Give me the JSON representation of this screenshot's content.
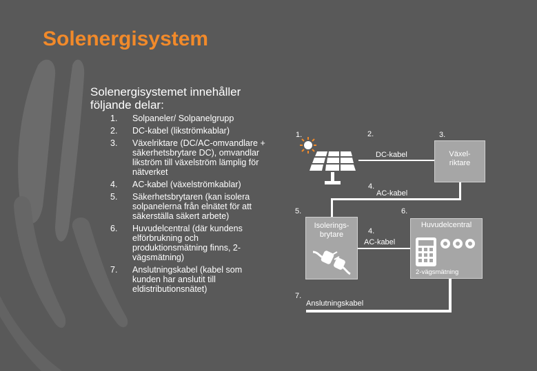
{
  "title": "Solenergisystem",
  "intro": "Solenergisystemet innehåller följande delar:",
  "items": [
    {
      "num": "1.",
      "text": "Solpaneler/ Solpanelgrupp"
    },
    {
      "num": "2.",
      "text": "DC-kabel (likströmkablar)"
    },
    {
      "num": "3.",
      "text": "Växelriktare (DC/AC-omvandlare + säkerhetsbrytare DC), omvandlar likström till växelström lämplig för nätverket"
    },
    {
      "num": "4.",
      "text": "AC-kabel (växelströmkablar)"
    },
    {
      "num": "5.",
      "text": "Säkerhetsbrytaren (kan isolera solpanelerna från elnätet för att säkerställa säkert arbete)"
    },
    {
      "num": "6.",
      "text": "Huvudelcentral (där kundens elförbrukning och produktionsmätning finns, 2-vägsmätning)"
    },
    {
      "num": "7.",
      "text": "Anslutningskabel (kabel som kunden har anslutit till eldistributionsnätet)"
    }
  ],
  "diagram": {
    "n1": "1.",
    "n2": "2.",
    "n3": "3.",
    "n4a": "4.",
    "n4b": "4.",
    "n5": "5.",
    "n6": "6.",
    "n7": "7.",
    "dc_label": "DC-kabel",
    "ac_label_top": "AC-kabel",
    "ac_label_mid": "AC-kabel",
    "inverter": "Växel-\nriktare",
    "isolator": "Isolerings-\nbrytare",
    "main_panel": "Huvudelcentral",
    "meter_note": "2-vägsmätning",
    "connection_label": "Anslutningskabel"
  },
  "colors": {
    "background": "#595959",
    "accent": "#f28a2a",
    "box": "#a6a6a6"
  },
  "icons": [
    "sun-icon",
    "solar-panel-icon",
    "plug-icon",
    "meter-icon"
  ]
}
